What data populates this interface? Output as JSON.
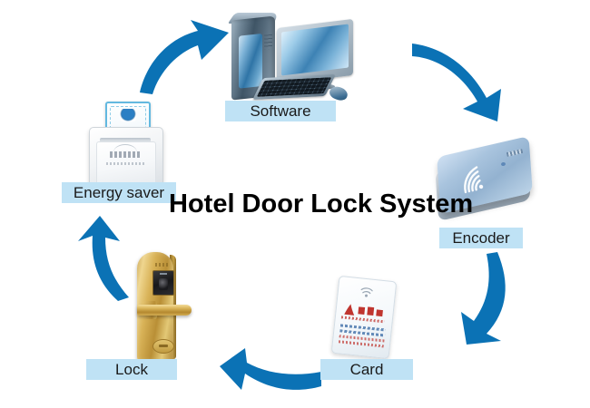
{
  "diagram": {
    "title": "Hotel Door Lock System",
    "accent_blue": "#0b72b5",
    "chip_background": "#bfe2f5",
    "background": "#ffffff",
    "type": "cycle-diagram",
    "node_count": 5,
    "arrow_count": 5
  },
  "nodes": [
    {
      "id": "software",
      "label": "Software",
      "icon": "desktop-computer-icon",
      "position": "top-center"
    },
    {
      "id": "encoder",
      "label": "Encoder",
      "icon": "card-encoder-icon",
      "position": "right"
    },
    {
      "id": "card",
      "label": "Card",
      "icon": "key-card-icon",
      "position": "bottom-right"
    },
    {
      "id": "lock",
      "label": "Lock",
      "icon": "door-lock-icon",
      "position": "bottom-left"
    },
    {
      "id": "energy_saver",
      "label": "Energy saver",
      "icon": "energy-saver-switch-icon",
      "position": "left"
    }
  ],
  "arrows": [
    {
      "id": "arrow-energy-to-software",
      "from": "energy_saver",
      "to": "software",
      "icon": "curved-arrow-up-right-icon"
    },
    {
      "id": "arrow-software-to-encoder",
      "from": "software",
      "to": "encoder",
      "icon": "curved-arrow-down-right-icon"
    },
    {
      "id": "arrow-encoder-to-card",
      "from": "encoder",
      "to": "card",
      "icon": "curved-arrow-down-left-icon"
    },
    {
      "id": "arrow-card-to-lock",
      "from": "card",
      "to": "lock",
      "icon": "curved-arrow-left-icon"
    },
    {
      "id": "arrow-lock-to-energy",
      "from": "lock",
      "to": "energy_saver",
      "icon": "curved-arrow-up-icon"
    }
  ]
}
